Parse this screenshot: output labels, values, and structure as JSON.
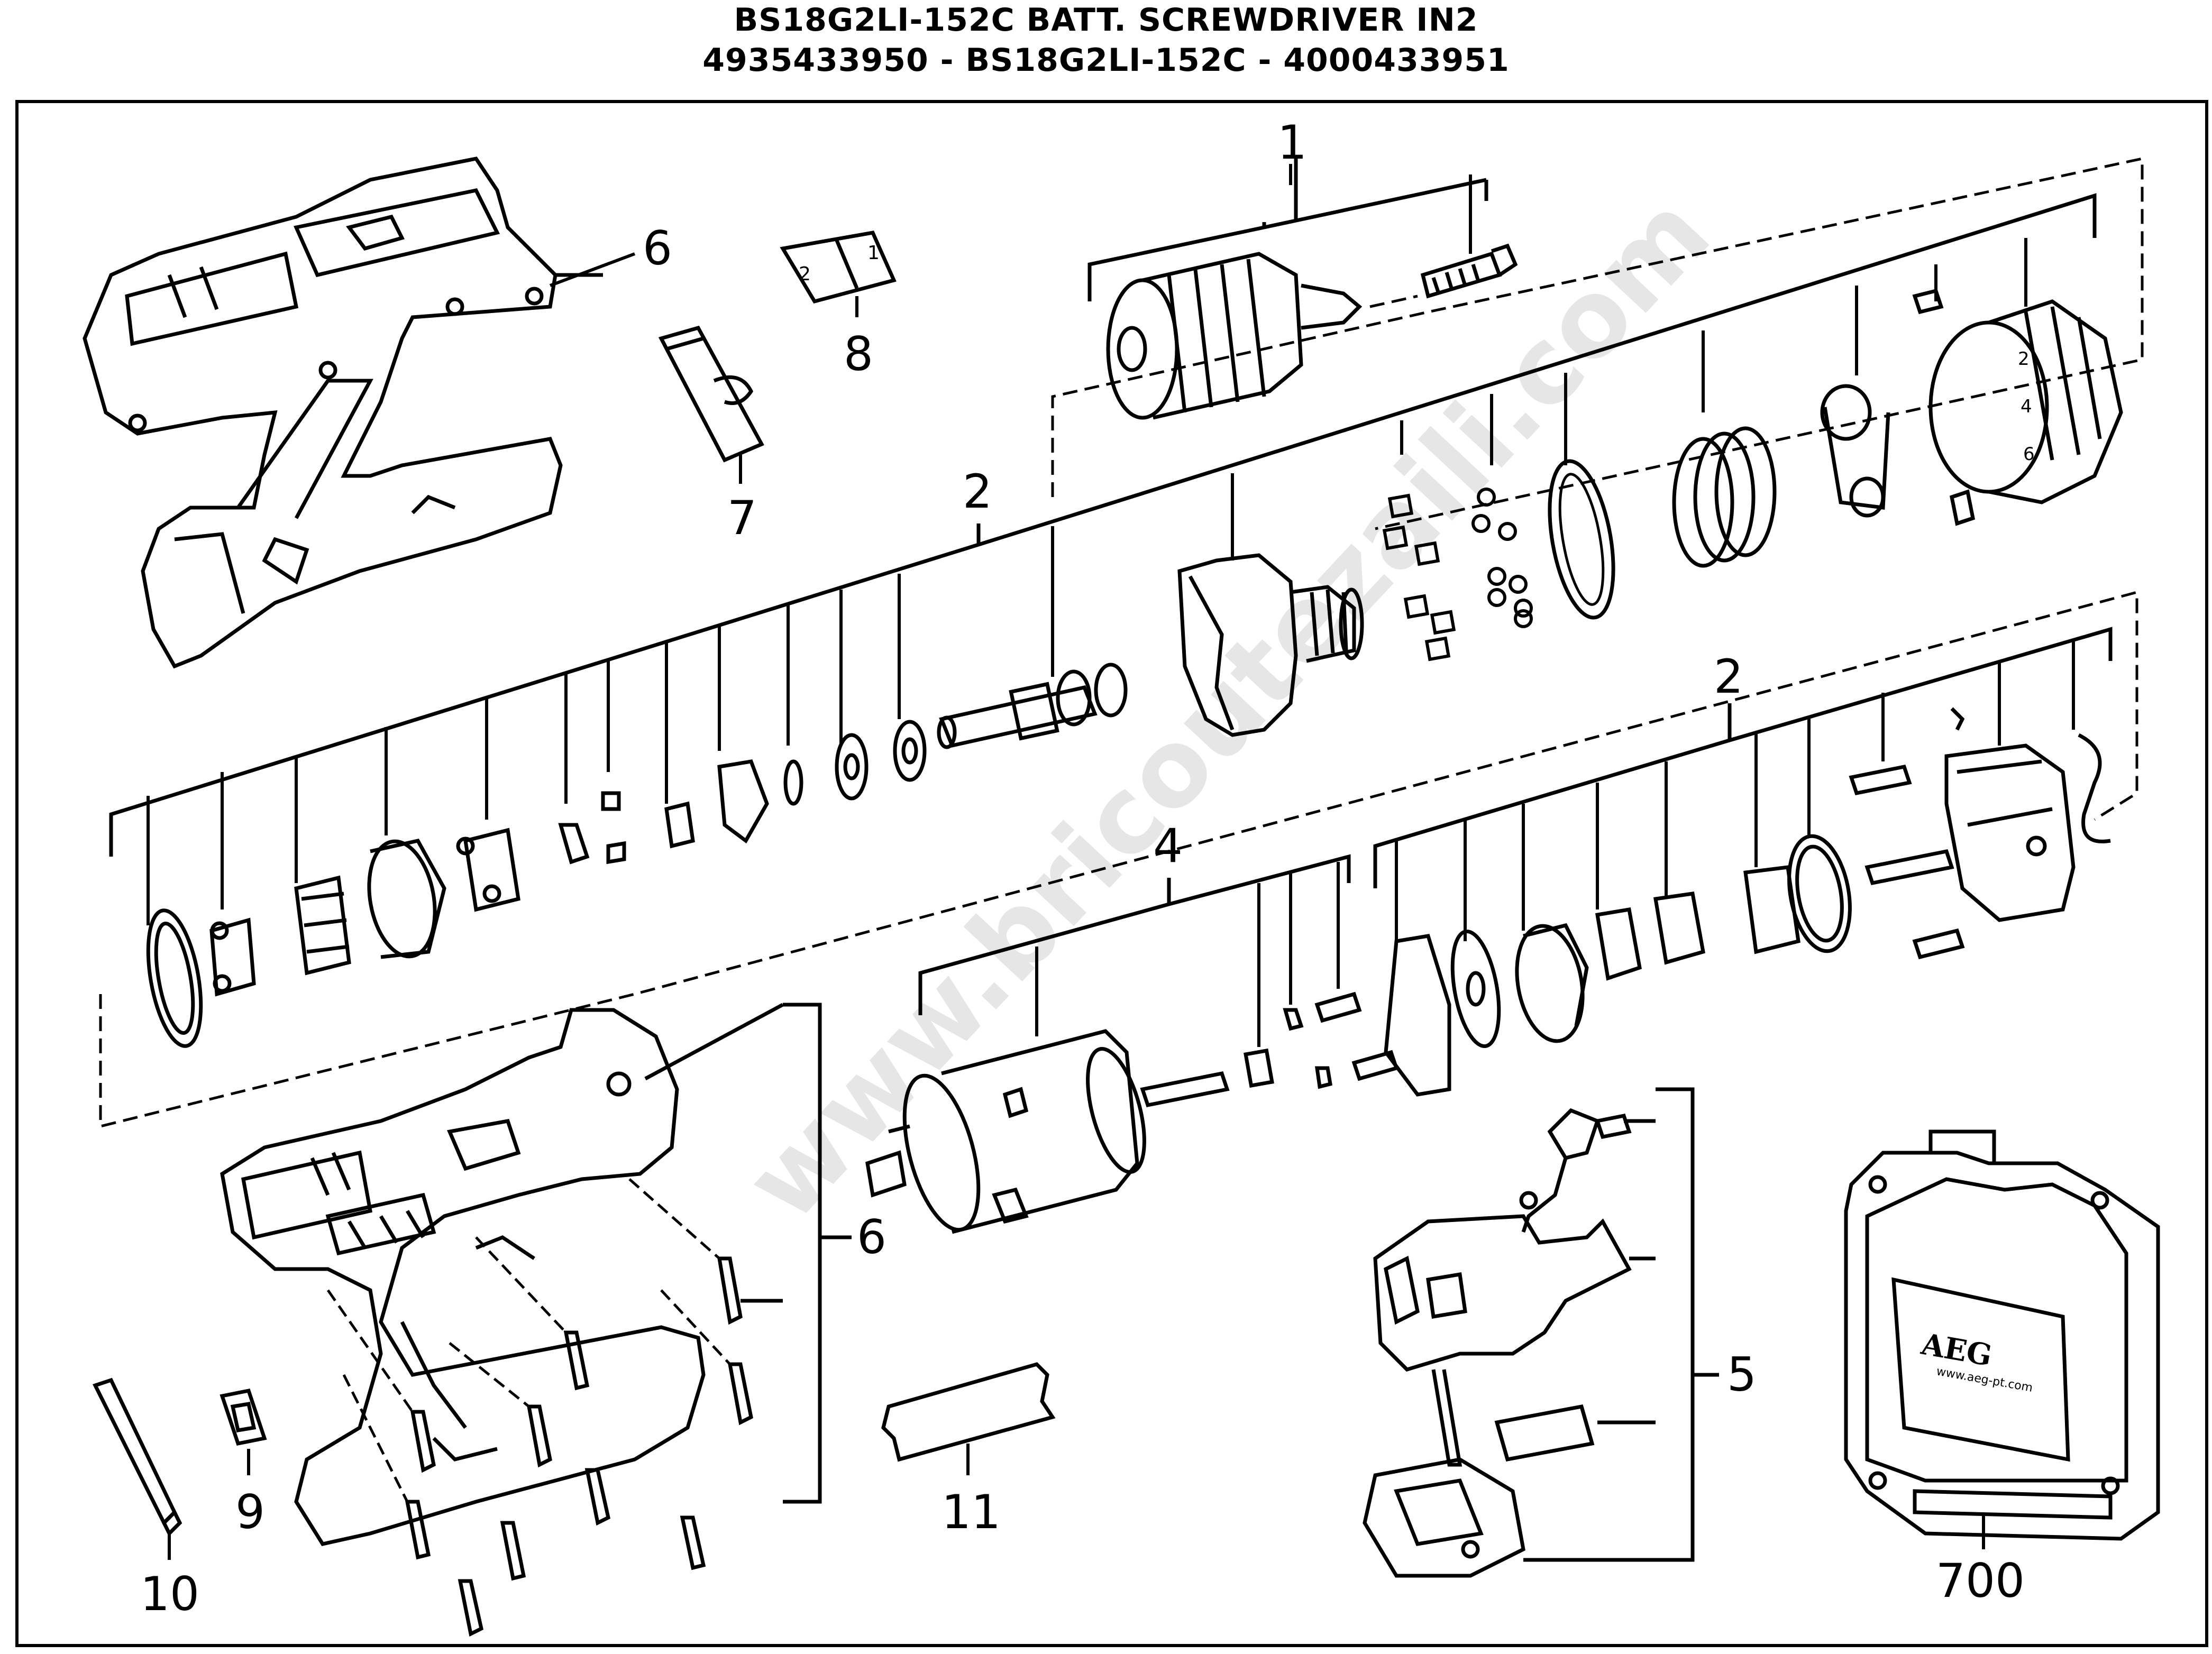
{
  "header": {
    "title": "BS18G2LI-152C BATT. SCREWDRIVER IN2",
    "subtitle": "4935433950 - BS18G2LI-152C - 4000433951"
  },
  "watermark": "www.bricoutezaili.com",
  "case_brand": {
    "logo": "AEG",
    "url": "www.aeg-pt.com"
  },
  "callouts": {
    "chuck": "1",
    "gearbox_upper": "2",
    "gearbox_lower": "2",
    "motor": "4",
    "switch": "5",
    "housing_top": "6",
    "housing_bottom": "6",
    "clip": "7",
    "direction_switch": "8",
    "hook": "9",
    "bit": "10",
    "label": "11",
    "case": "700"
  },
  "colors": {
    "line": "#000000",
    "background": "#ffffff",
    "watermark": "#b8b8b8"
  }
}
